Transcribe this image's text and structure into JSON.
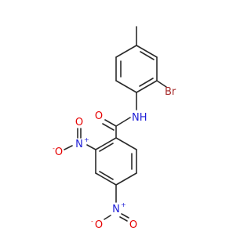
{
  "atoms": {
    "br": {
      "label": "Br",
      "color": "#a52a2a"
    },
    "nh": {
      "label": "NH",
      "color": "#1d1dd6"
    },
    "carbonyl_o": {
      "label": "O",
      "color": "#e60000"
    },
    "nitro_ortho": {
      "n": {
        "label": "N",
        "charge": "+",
        "color": "#1d1dd6"
      },
      "o_top": {
        "label": "O",
        "color": "#e60000"
      },
      "o_side": {
        "label": "O",
        "charge": "-",
        "color": "#e60000"
      }
    },
    "nitro_para": {
      "n": {
        "label": "N",
        "charge": "+",
        "color": "#1d1dd6"
      },
      "o_left": {
        "label": "O",
        "charge": "-",
        "color": "#e60000"
      },
      "o_right": {
        "label": "O",
        "color": "#e60000"
      }
    }
  },
  "colors": {
    "bond": "#2b2b2b",
    "background": "#ffffff"
  }
}
